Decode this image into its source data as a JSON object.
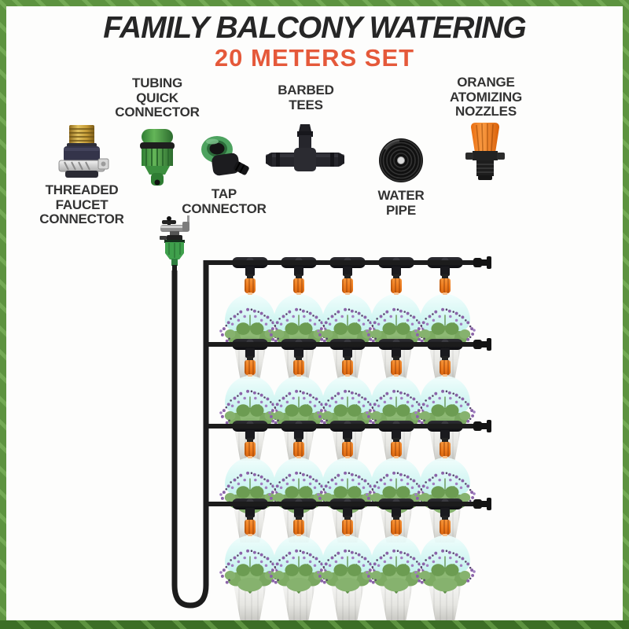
{
  "header": {
    "title": "FAMILY BALCONY WATERING",
    "subtitle": "20 METERS SET"
  },
  "products": {
    "items": [
      {
        "id": "threaded-faucet-connector",
        "label": "THREADED\nFAUCET\nCONNECTOR",
        "label_position": "below"
      },
      {
        "id": "tubing-quick-connector",
        "label": "TUBING\nQUICK\nCONNECTOR",
        "label_position": "above"
      },
      {
        "id": "tap-connector",
        "label": "TAP\nCONNECTOR",
        "label_position": "below"
      },
      {
        "id": "barbed-tees",
        "label": "BARBED\nTEES",
        "label_position": "above"
      },
      {
        "id": "water-pipe",
        "label": "WATER\nPIPE",
        "label_position": "below"
      },
      {
        "id": "orange-atomizing-nozzles",
        "label": "ORANGE\nATOMIZING\nNOZZLES",
        "label_position": "above"
      }
    ]
  },
  "diagram": {
    "rows": 4,
    "nozzles_per_row": 5,
    "plants_per_row": 5,
    "description": "faucet with tap connector feeding one supply hose that loops to a vertical manifold with 4 horizontal drip lines, each line carrying 5 barbed tees with orange atomizing nozzles spraying mist onto potted lavender plants, end caps on the right"
  },
  "colors": {
    "title_black": "#262626",
    "accent_orange": "#e5593a",
    "label_gray": "#333333",
    "border_green": "#5d9340",
    "border_green_light": "#74aa55",
    "border_green_dark": "#3c6e26",
    "pipe_black": "#1c1c1c",
    "nozzle_orange": "#ef7d1f",
    "connector_green": "#3fa04c",
    "spray_cyan": "#bdf0ec",
    "plant_green": "#7dab63",
    "flower_purple": "#8a63a8",
    "pot_gray": "#e6e6e2"
  }
}
